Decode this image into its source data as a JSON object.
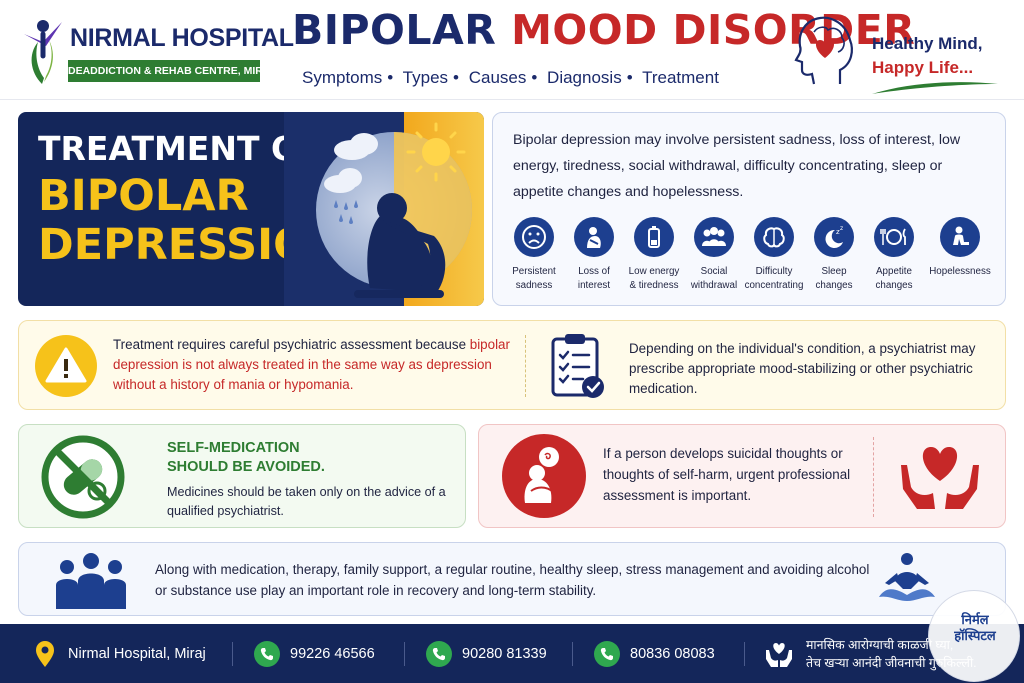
{
  "header": {
    "hospital_name": "NIRMAL HOSPITAL",
    "hospital_badge": "DEADDICTION & REHAB CENTRE, MIRAJ",
    "title_part1": "BIPOLAR",
    "title_part2": "MOOD DISORDER",
    "nav": [
      "Symptoms",
      "Types",
      "Causes",
      "Diagnosis",
      "Treatment"
    ],
    "tagline_line1": "Healthy Mind,",
    "tagline_line2": "Happy Life..."
  },
  "hero": {
    "line1": "TREATMENT OF",
    "line2": "BIPOLAR",
    "line3": "DEPRESSION"
  },
  "symptoms": {
    "intro": "Bipolar depression may involve persistent sadness, loss of interest, low energy, tiredness, social withdrawal, difficulty concentrating, sleep or appetite changes and hopelessness.",
    "items": [
      {
        "l1": "Persistent",
        "l2": "sadness",
        "icon": "sad-face-icon"
      },
      {
        "l1": "Loss of",
        "l2": "interest",
        "icon": "withdrawn-person-icon"
      },
      {
        "l1": "Low energy",
        "l2": "& tiredness",
        "icon": "low-battery-icon"
      },
      {
        "l1": "Social",
        "l2": "withdrawal",
        "icon": "group-icon"
      },
      {
        "l1": "Difficulty",
        "l2": "concentrating",
        "icon": "brain-icon"
      },
      {
        "l1": "Sleep",
        "l2": "changes",
        "icon": "moon-zzz-icon"
      },
      {
        "l1": "Appetite",
        "l2": "changes",
        "icon": "plate-cutlery-icon"
      },
      {
        "l1": "Hopelessness",
        "l2": "",
        "icon": "sitting-person-icon"
      }
    ]
  },
  "alert": {
    "text_before": "Treatment requires careful psychiatric assessment because ",
    "text_red": "bipolar depression is not always treated in the same way as depression without a history of mania or hypomania.",
    "right_text": "Depending on the individual's condition, a psychiatrist may prescribe appropriate mood-stabilizing or other psychiatric medication."
  },
  "selfmed": {
    "heading_line1": "SELF-MEDICATION",
    "heading_line2": "SHOULD BE AVOIDED.",
    "text": "Medicines should be taken only on the advice of a qualified psychiatrist."
  },
  "suicide": {
    "text": "If a person develops suicidal thoughts or thoughts of self-harm, urgent professional assessment is important."
  },
  "recovery": {
    "text": "Along with medication, therapy, family support, a regular routine, healthy sleep, stress management and avoiding alcohol or substance use play an important role in recovery and long-term stability."
  },
  "footer": {
    "location": "Nirmal Hospital, Miraj",
    "phones": [
      "99226 46566",
      "90280 81339",
      "80836 08083"
    ],
    "marathi_line1": "मानसिक आरोग्याची काळजी घ्या,",
    "marathi_line2": "तेच खऱ्या आनंदी जीवनाची गुरुकिल्ली."
  },
  "watermark": {
    "line1": "निर्मल",
    "line2": "हॉस्पिटल"
  },
  "colors": {
    "navy": "#1b2a6b",
    "red": "#c62828",
    "gold": "#f6c21a",
    "green": "#2e7d32",
    "icon_blue": "#1d3f8f",
    "footer_bg": "#14265a"
  }
}
